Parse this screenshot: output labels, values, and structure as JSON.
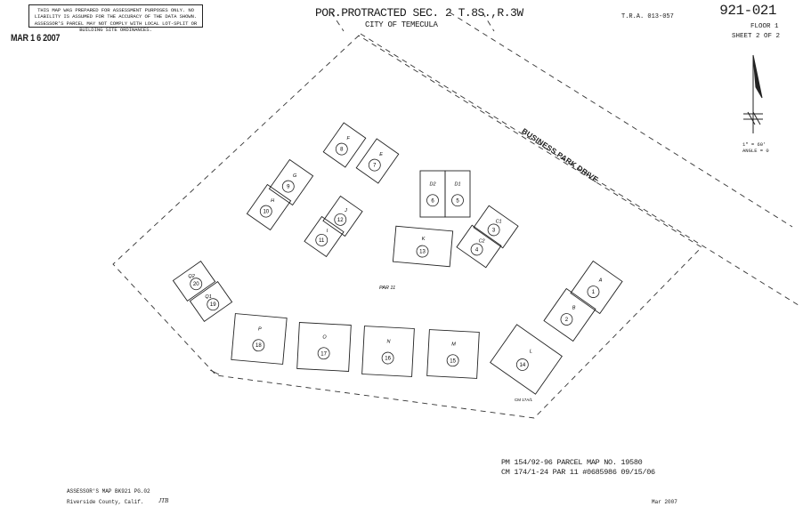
{
  "disclaimer": "THIS MAP WAS PREPARED FOR ASSESSMENT PURPOSES ONLY. NO LIABILITY IS ASSUMED FOR THE ACCURACY OF THE DATA SHOWN. ASSESSOR'S PARCEL MAY NOT COMPLY WITH LOCAL LOT-SPLIT OR BUILDING SITE ORDINANCES.",
  "stamp_date": "MAR 1 6 2007",
  "title": "POR.PROTRACTED SEC. 2 T.8S.,R.3W",
  "subtitle": "CITY OF TEMECULA",
  "tra": "T.R.A. 013-057",
  "map_number": "921-021",
  "floor": "FLOOR 1",
  "sheet": "SHEET 2 OF 2",
  "scale_line1": "1\" = 60'",
  "scale_line2": "ANGLE = 0",
  "street_name": "BUSINESS PARK DRIVE",
  "parcel_label": "PAR 11",
  "cm_label": "CM 17A/1",
  "reference_line1": "PM  154/92-96  PARCEL MAP NO. 19580",
  "reference_line2": "CM  174/1-24  PAR 11 #0685986 09/15/06",
  "footer_line1": "ASSESSOR'S MAP BK921 PG.02",
  "footer_line2": "Riverside County, Calif.",
  "initials": "JTB",
  "revision_date": "Mar 2007",
  "units": [
    {
      "letter": "F",
      "num": "8"
    },
    {
      "letter": "E",
      "num": "7"
    },
    {
      "letter": "G",
      "num": "9"
    },
    {
      "letter": "H",
      "num": "10"
    },
    {
      "letter": "D2",
      "num": "6"
    },
    {
      "letter": "D1",
      "num": "5"
    },
    {
      "letter": "J",
      "num": "12"
    },
    {
      "letter": "I",
      "num": "11"
    },
    {
      "letter": "C1",
      "num": "3"
    },
    {
      "letter": "C2",
      "num": "4"
    },
    {
      "letter": "K",
      "num": "13"
    },
    {
      "letter": "Q2",
      "num": "20"
    },
    {
      "letter": "Q1",
      "num": "19"
    },
    {
      "letter": "A",
      "num": "1"
    },
    {
      "letter": "B",
      "num": "2"
    },
    {
      "letter": "P",
      "num": "18"
    },
    {
      "letter": "O",
      "num": "17"
    },
    {
      "letter": "N",
      "num": "16"
    },
    {
      "letter": "M",
      "num": "15"
    },
    {
      "letter": "L",
      "num": "14"
    }
  ]
}
